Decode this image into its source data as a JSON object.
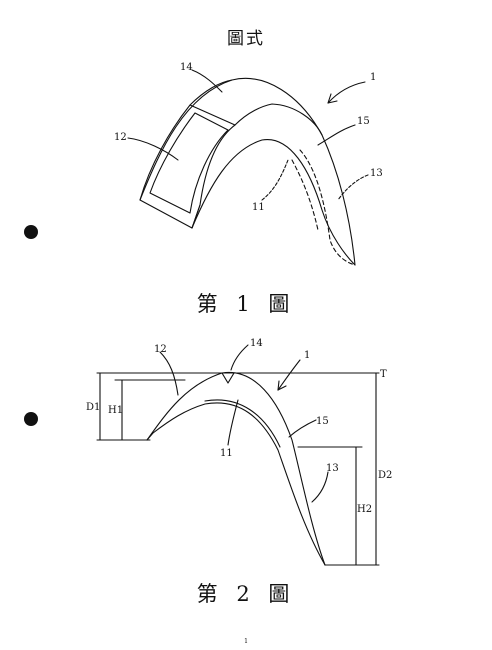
{
  "header": {
    "title": "圖式"
  },
  "figure1": {
    "caption": "第 1 圖",
    "labels": {
      "l1": "1",
      "l11": "11",
      "l12": "12",
      "l13": "13",
      "l14": "14",
      "l15": "15"
    }
  },
  "figure2": {
    "caption": "第 2 圖",
    "labels": {
      "l1": "1",
      "l11": "11",
      "l12": "12",
      "l13": "13",
      "l14": "14",
      "l15": "15",
      "T": "T",
      "D1": "D1",
      "H1": "H1",
      "D2": "D2",
      "H2": "H2"
    }
  },
  "footer": {
    "page_number": "1"
  }
}
